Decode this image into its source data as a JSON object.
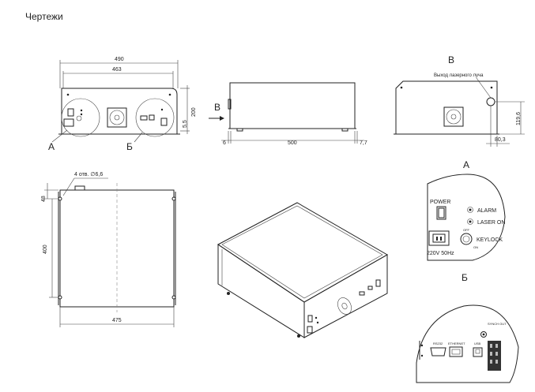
{
  "page": {
    "title": "Чертежи"
  },
  "front_view": {
    "dim_total_width": "490",
    "dim_body_width": "463",
    "dim_height": "200",
    "dim_foot": "5,5",
    "detail_a_label": "А",
    "detail_b_label": "Б"
  },
  "side_view": {
    "arrow_label": "В",
    "dim_left": "6",
    "dim_length": "500",
    "dim_right": "7,7"
  },
  "rear_view": {
    "view_label": "В",
    "beam_output_label": "Выход лазерного луча",
    "dim_height": "119,6",
    "dim_offset": "80,3"
  },
  "top_view": {
    "holes_note": "4 отв. ∅6,6",
    "dim_top": "48",
    "dim_depth": "400",
    "dim_width": "475"
  },
  "detail_a": {
    "title": "А",
    "power_label": "POWER",
    "alarm_label": "ALARM",
    "laser_on_label": "LASER ON",
    "keylock_label": "KEYLOCK",
    "off_label": "OFF",
    "on_label": "ON",
    "voltage_label": "220V 50Hz"
  },
  "detail_b": {
    "title": "Б",
    "rs232_label": "RS232",
    "ethernet_label": "ETHERNET",
    "usb_label": "USB",
    "synch_label": "SYNCH OUT"
  }
}
